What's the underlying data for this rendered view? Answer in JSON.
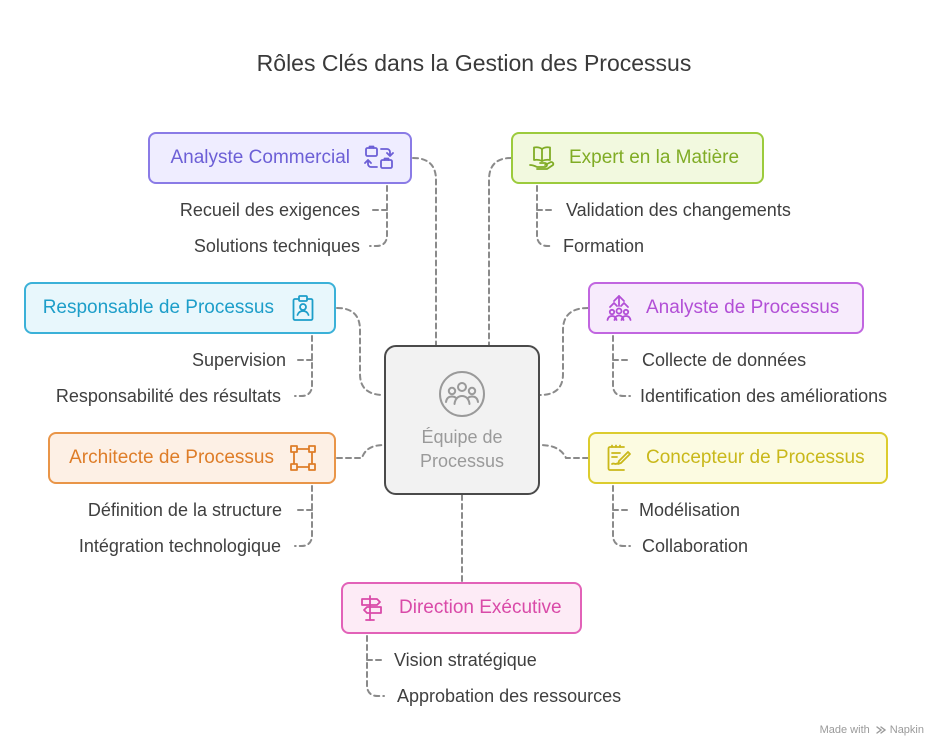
{
  "title": "Rôles Clés dans la Gestion des Processus",
  "center": {
    "label": "Équipe de Processus",
    "icon": "team-icon"
  },
  "roles": {
    "analyste_commercial": {
      "label": "Analyste Commercial",
      "icon": "exchange-briefcase-icon",
      "items": [
        "Recueil des exigences",
        "Solutions techniques"
      ]
    },
    "expert_matiere": {
      "label": "Expert en la Matière",
      "icon": "book-hand-icon",
      "items": [
        "Validation des changements",
        "Formation"
      ]
    },
    "responsable_processus": {
      "label": "Responsable de Processus",
      "icon": "badge-person-icon",
      "items": [
        "Supervision",
        "Responsabilité des résultats"
      ]
    },
    "analyste_processus": {
      "label": "Analyste de Processus",
      "icon": "group-growth-icon",
      "items": [
        "Collecte de données",
        "Identification des améliorations"
      ]
    },
    "architecte_processus": {
      "label": "Architecte de Processus",
      "icon": "frame-icon",
      "items": [
        "Définition de la structure",
        "Intégration technologique"
      ]
    },
    "concepteur_processus": {
      "label": "Concepteur de Processus",
      "icon": "notepad-pen-icon",
      "items": [
        "Modélisation",
        "Collaboration"
      ]
    },
    "direction_executive": {
      "label": "Direction Exécutive",
      "icon": "signpost-icon",
      "items": [
        "Vision stratégique",
        "Approbation des ressources"
      ]
    }
  },
  "footer": {
    "made_with": "Made with",
    "brand": "Napkin"
  },
  "colors": {
    "analyste_commercial": "#8a7be6",
    "expert_matiere": "#9ccb3c",
    "responsable_processus": "#3bb1d8",
    "analyste_processus": "#c166e0",
    "architecte_processus": "#e99548",
    "concepteur_processus": "#dccc2e",
    "direction_executive": "#e262b8"
  }
}
